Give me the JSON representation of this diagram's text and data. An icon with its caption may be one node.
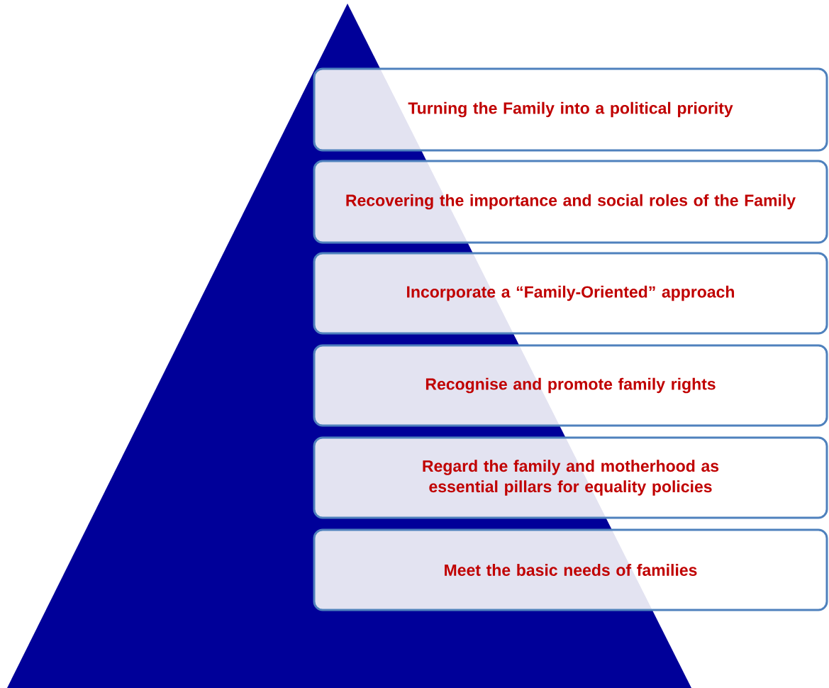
{
  "diagram": {
    "nodes": [
      {
        "text": [
          "Turning the Family into a political priority"
        ]
      },
      {
        "text": [
          "Recovering the importance and social roles of the Family"
        ]
      },
      {
        "text": [
          "Incorporate a “Family-Oriented” approach"
        ]
      },
      {
        "text": [
          "Recognise and promote family rights"
        ]
      },
      {
        "text": [
          "Regard the family and motherhood as essential pillars for equality policies"
        ]
      },
      {
        "text": [
          "Meet the basic needs of families"
        ]
      }
    ]
  }
}
